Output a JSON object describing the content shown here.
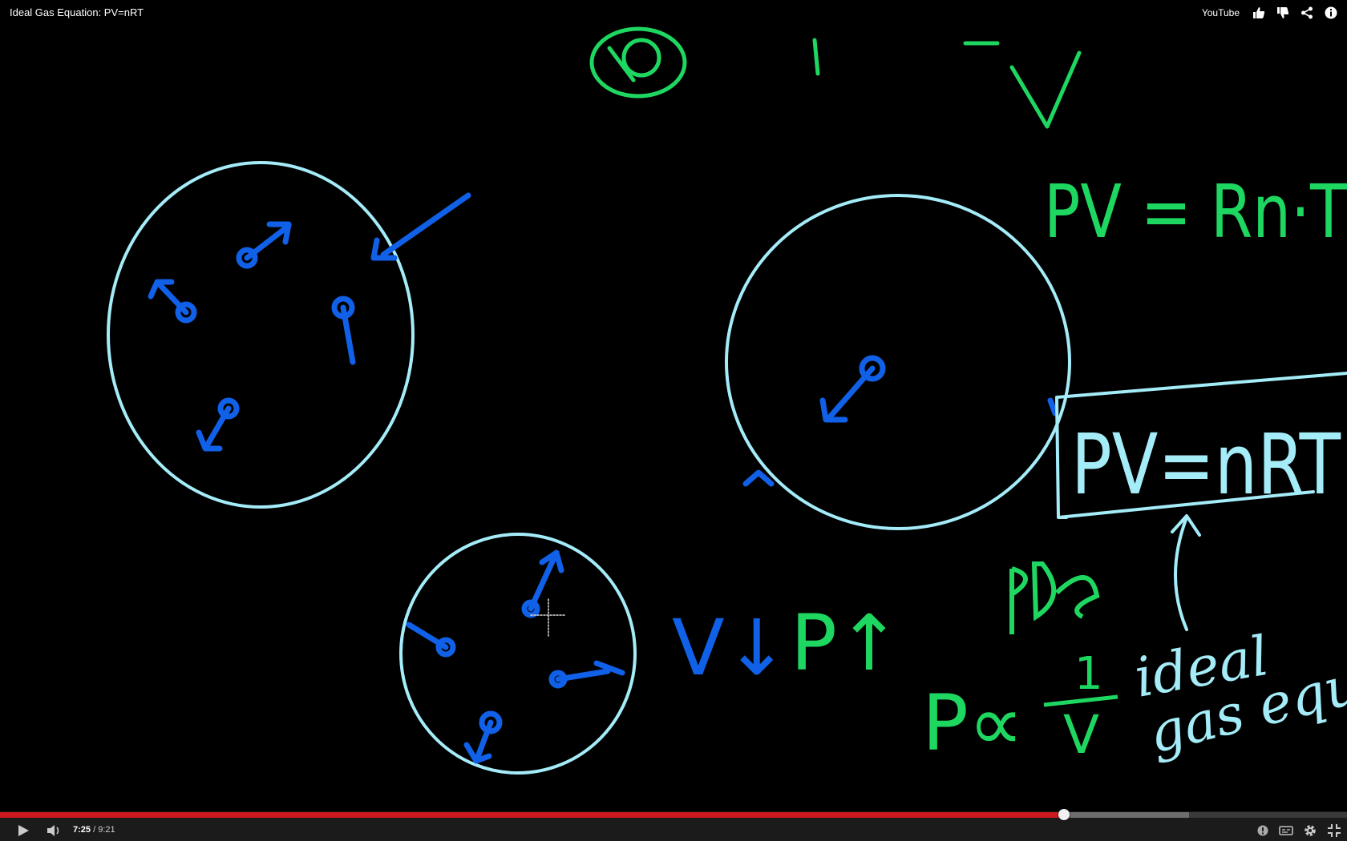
{
  "header": {
    "title": "Ideal Gas Equation: PV=nRT",
    "brand": "YouTube",
    "icons": [
      "like-icon",
      "dislike-icon",
      "share-icon",
      "info-icon"
    ]
  },
  "player": {
    "current_time": "7:25",
    "separator": " / ",
    "duration": "9:21",
    "played_fraction": 0.79,
    "loaded_fraction": 0.883,
    "control_icons": [
      "play-icon",
      "volume-icon",
      "annotations-icon",
      "captions-icon",
      "settings-icon",
      "fullscreen-exit-icon"
    ],
    "colors": {
      "played": "#cc181e",
      "loaded": "#6e6e6e",
      "track": "#3a3a3a"
    }
  },
  "board": {
    "background": "#000000",
    "ink_colors": {
      "green": "#1ed760",
      "cyan": "#a4ecf8",
      "blue": "#1060e8"
    },
    "equations": {
      "top_right": "PV = Rn·T",
      "boxed": "PV=nRT",
      "relation_v": "V↓",
      "relation_p": "P↑",
      "proportional": "P∝",
      "fraction_top": "1",
      "fraction_bottom": "V",
      "note_line1": "ideal",
      "note_line2": "gas equat"
    }
  }
}
